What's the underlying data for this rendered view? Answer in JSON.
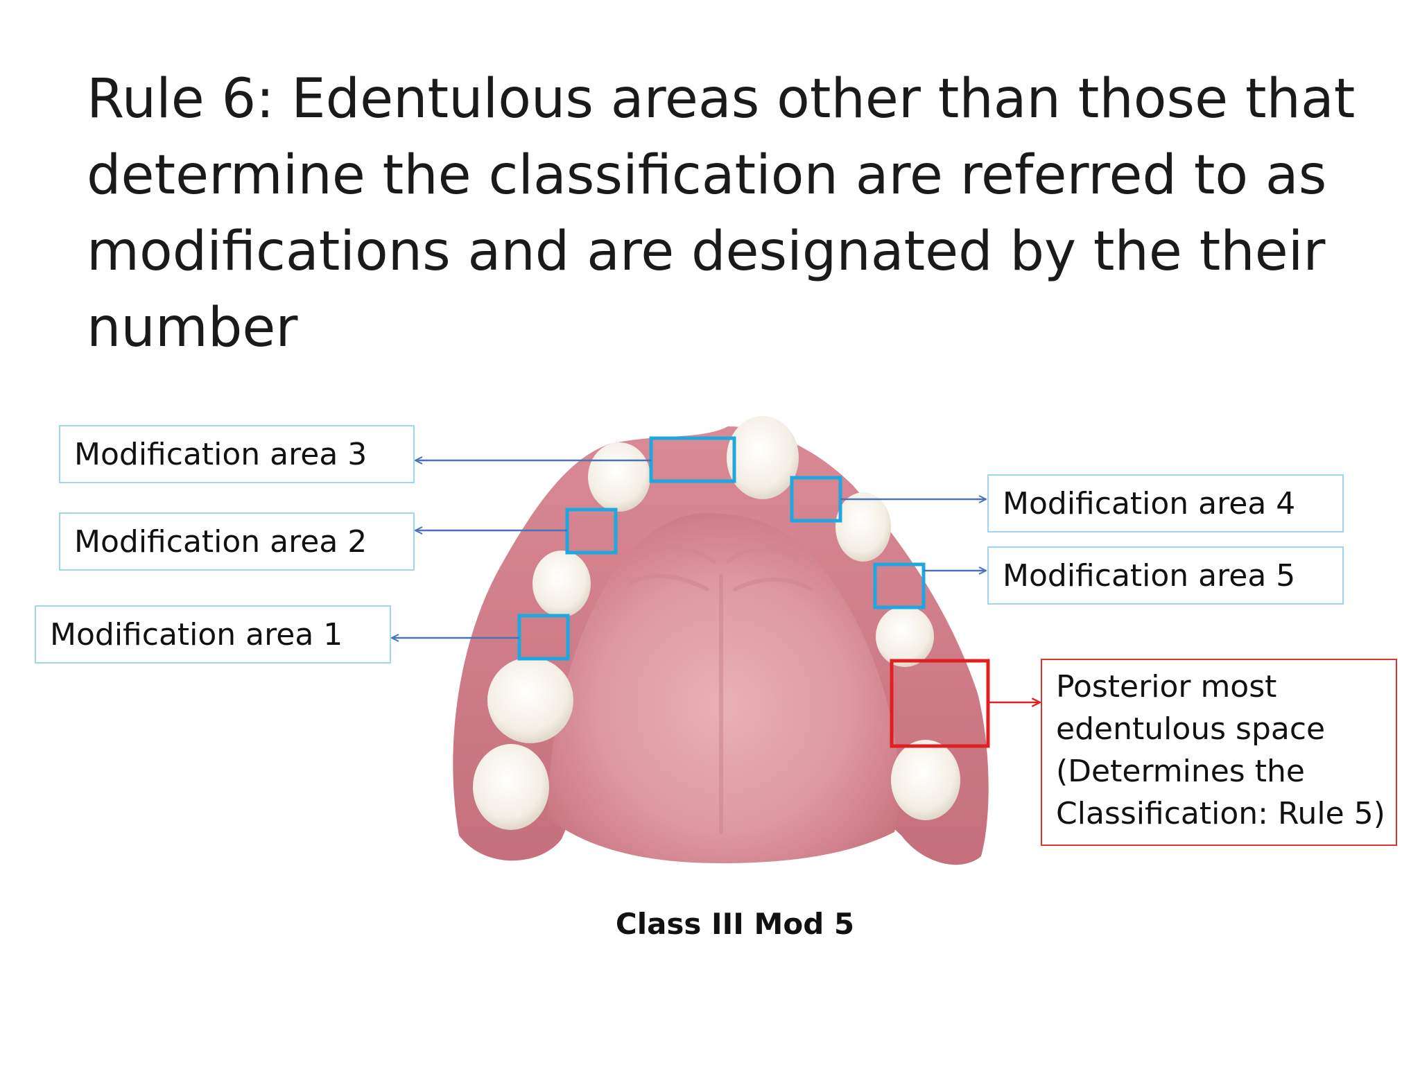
{
  "slide": {
    "title_lines": [
      "Rule 6: Edentulous areas other than those that",
      "determine the classification are referred to as",
      "modifications and are designated by the their",
      "number"
    ],
    "labels": {
      "mod3": "Modification area 3",
      "mod2": "Modification area 2",
      "mod1": "Modification area 1",
      "mod4": "Modification area 4",
      "mod5": "Modification area 5"
    },
    "posterior_lines": [
      "Posterior most",
      "edentulous space",
      "(Determines the",
      "Classification: Rule 5)"
    ],
    "caption": "Class III Mod 5",
    "colors": {
      "mod_box": "#1ea7e1",
      "label_border": "#9fd6ee",
      "arrow": "#4a72b8",
      "red": "#e02020",
      "gum": "#cf7b86",
      "palate": "#e5a7ad",
      "tooth": "#f7f3ea"
    }
  }
}
